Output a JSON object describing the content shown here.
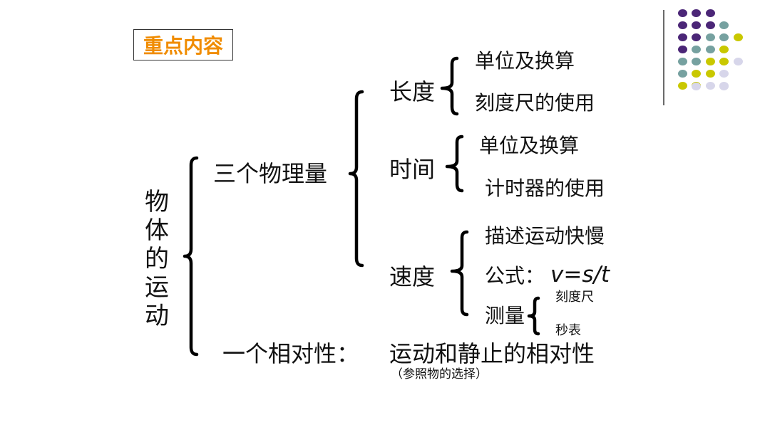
{
  "badge": {
    "label": "重点内容",
    "color": "#f08c00"
  },
  "root": {
    "chars": [
      "物",
      "体",
      "的",
      "运",
      "动"
    ]
  },
  "branch_quantities": {
    "label": "三个物理量",
    "length": {
      "label": "长度",
      "items": [
        "单位及换算",
        "刻度尺的使用"
      ]
    },
    "time": {
      "label": "时间",
      "items": [
        "单位及换算",
        "计时器的使用"
      ]
    },
    "speed": {
      "label": "速度",
      "describe": "描述运动快慢",
      "formula_label": "公式：",
      "formula": "v=s/t",
      "measure_label": "测量",
      "measure_items": [
        "刻度尺",
        "秒表"
      ]
    }
  },
  "branch_relativity": {
    "label": "一个相对性：",
    "content": "运动和静止的相对性",
    "note": "（参照物的选择）"
  },
  "decor": {
    "colors": {
      "purple": "#4b2677",
      "teal": "#76a1a0",
      "yellow": "#c9c800",
      "lavender": "#d7d6ea",
      "divider": "#6a6a6a"
    }
  }
}
